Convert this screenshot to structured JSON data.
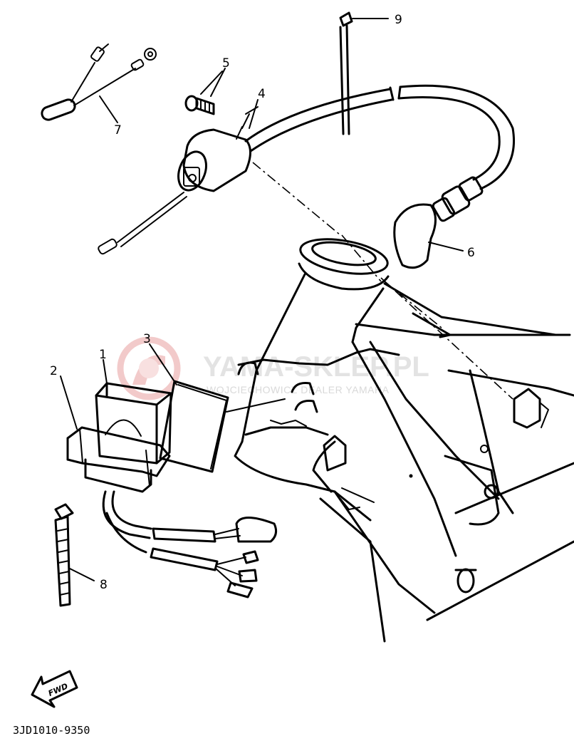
{
  "watermark": {
    "title": "YAMA-SKLEP.PL",
    "subtitle": "WOJCIECHOWICZ DEALER YAMAHA",
    "logo_color": "#e8a0a0"
  },
  "callouts": [
    {
      "id": "c1",
      "label": "1"
    },
    {
      "id": "c2",
      "label": "2"
    },
    {
      "id": "c3",
      "label": "3"
    },
    {
      "id": "c4",
      "label": "4"
    },
    {
      "id": "c5",
      "label": "5"
    },
    {
      "id": "c6",
      "label": "6"
    },
    {
      "id": "c7",
      "label": "7"
    },
    {
      "id": "c8",
      "label": "8"
    },
    {
      "id": "c9",
      "label": "9"
    }
  ],
  "fwd_label": "FWD",
  "diagram_code": "3JD1010-9350"
}
